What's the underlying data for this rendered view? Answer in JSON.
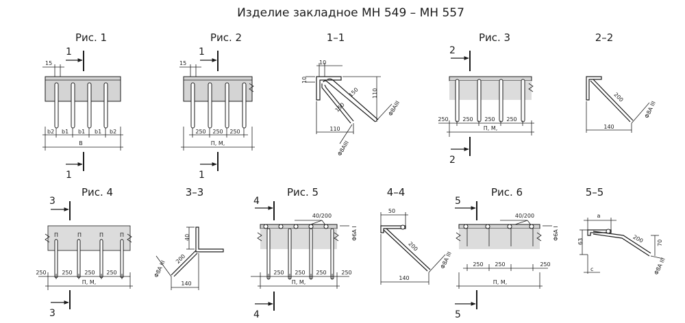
{
  "title": "Изделие закладное МН 549 – МН 557",
  "figures": {
    "fig1": {
      "title": "Рис. 1",
      "dim_top": "15",
      "dim_b2a": "b2",
      "dim_b1a": "b1",
      "dim_b1b": "b1",
      "dim_b1c": "b1",
      "dim_b2b": "b2",
      "dim_total": "B",
      "cut": "1"
    },
    "fig2": {
      "title": "Рис. 2",
      "dim_top": "15",
      "d1": "250",
      "d2": "250",
      "d3": "250",
      "dim_total": "П, М,",
      "cut": "1"
    },
    "sec11": {
      "title": "1–1",
      "d10a": "10",
      "d10b": "10",
      "d150a": "150",
      "d150b": "150",
      "d110a": "110",
      "d110b": "110",
      "rebar1": "Φ8AIII",
      "rebar2": "Φ8AIII"
    },
    "fig3": {
      "title": "Рис. 3",
      "d0": "250",
      "d1": "250",
      "d2": "250",
      "d3": "250",
      "dim_total": "П, М,",
      "cut": "2"
    },
    "sec22": {
      "title": "2–2",
      "d200": "200",
      "d140": "140",
      "rebar": "Φ8A III"
    },
    "fig4": {
      "title": "Рис. 4",
      "d0": "250",
      "d1": "250",
      "d2": "250",
      "d3": "250",
      "dim_total": "П, М,",
      "cut": "3",
      "mark": "П"
    },
    "sec33": {
      "title": "3–3",
      "d40": "40",
      "d200": "200",
      "d140": "140",
      "rebar": "Φ8A III"
    },
    "fig5": {
      "title": "Рис. 5",
      "d_top": "40/200",
      "d0": "250",
      "d1": "250",
      "d2": "250",
      "d3": "250",
      "dim_total": "П, М,",
      "cut": "4",
      "rebar": "Φ6A I"
    },
    "sec44": {
      "title": "4–4",
      "d50": "50",
      "d200": "200",
      "d140": "140",
      "rebar": "Φ8A III"
    },
    "fig6": {
      "title": "Рис. 6",
      "d_top": "40/200",
      "d1": "250",
      "d2": "250",
      "d3": "250",
      "dim_total": "П, М,",
      "cut": "5",
      "rebar": "Φ6A I"
    },
    "sec55": {
      "title": "5–5",
      "da": "a",
      "d63": "63",
      "d200": "200",
      "d70": "70",
      "dc": "c",
      "rebar": "Φ8A III"
    }
  }
}
